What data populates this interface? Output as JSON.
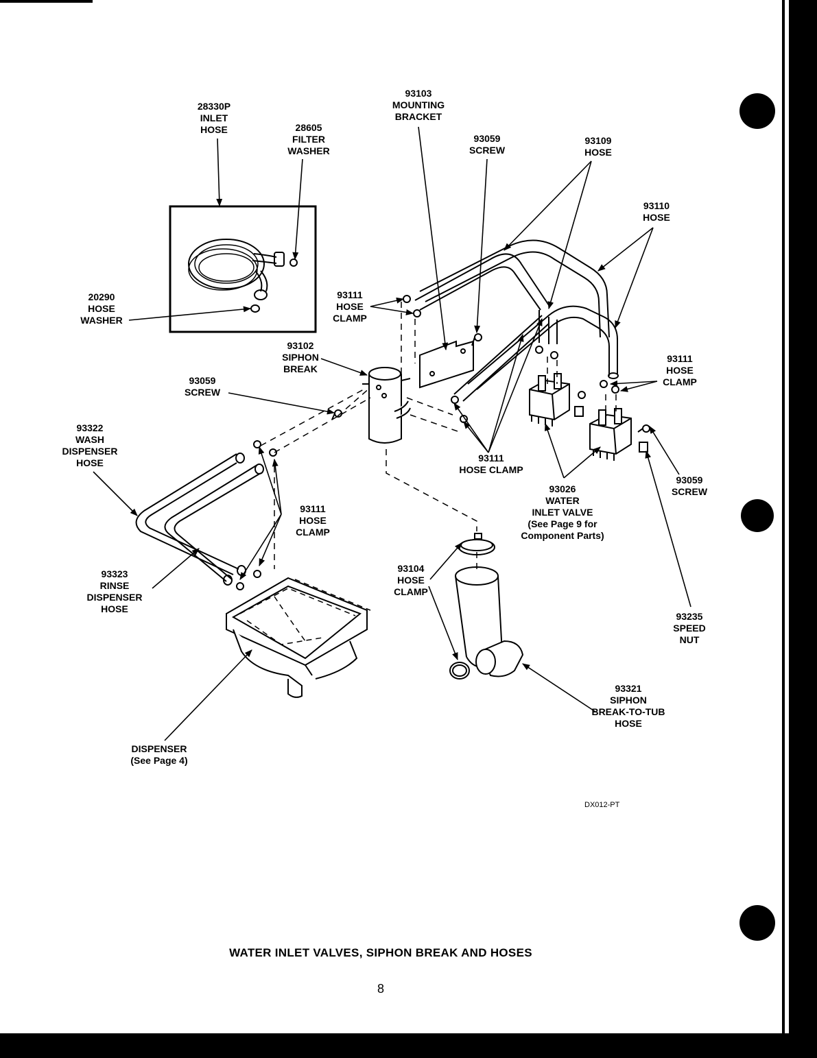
{
  "page": {
    "title": "WATER INLET VALVES, SIPHON BREAK AND HOSES",
    "number": "8",
    "drawing_code": "DX012-PT"
  },
  "colors": {
    "ink": "#000000",
    "paper": "#ffffff"
  },
  "labels": {
    "inlet_hose": {
      "part": "28330P",
      "lines": [
        "INLET",
        "HOSE"
      ]
    },
    "filter_washer": {
      "part": "28605",
      "lines": [
        "FILTER",
        "WASHER"
      ]
    },
    "mounting_bracket": {
      "part": "93103",
      "lines": [
        "MOUNTING",
        "BRACKET"
      ]
    },
    "screw_top": {
      "part": "93059",
      "lines": [
        "SCREW"
      ]
    },
    "hose_93109": {
      "part": "93109",
      "lines": [
        "HOSE"
      ]
    },
    "hose_93110": {
      "part": "93110",
      "lines": [
        "HOSE"
      ]
    },
    "hose_washer": {
      "part": "20290",
      "lines": [
        "HOSE",
        "WASHER"
      ]
    },
    "hose_clamp_upper": {
      "part": "93111",
      "lines": [
        "HOSE",
        "CLAMP"
      ]
    },
    "siphon_break": {
      "part": "93102",
      "lines": [
        "SIPHON",
        "BREAK"
      ]
    },
    "screw_left": {
      "part": "93059",
      "lines": [
        "SCREW"
      ]
    },
    "hose_clamp_right": {
      "part": "93111",
      "lines": [
        "HOSE",
        "CLAMP"
      ]
    },
    "wash_dispenser_hose": {
      "part": "93322",
      "lines": [
        "WASH",
        "DISPENSER",
        "HOSE"
      ]
    },
    "hose_clamp_middle": {
      "part": "93111",
      "lines": [
        "HOSE CLAMP"
      ]
    },
    "screw_right": {
      "part": "93059",
      "lines": [
        "SCREW"
      ]
    },
    "water_inlet_valve": {
      "part": "93026",
      "lines": [
        "WATER",
        "INLET VALVE",
        "(See Page 9 for",
        "Component Parts)"
      ]
    },
    "hose_clamp_left": {
      "part": "93111",
      "lines": [
        "HOSE",
        "CLAMP"
      ]
    },
    "rinse_dispenser_hose": {
      "part": "93323",
      "lines": [
        "RINSE",
        "DISPENSER",
        "HOSE"
      ]
    },
    "hose_clamp_93104": {
      "part": "93104",
      "lines": [
        "HOSE",
        "CLAMP"
      ]
    },
    "speed_nut": {
      "part": "93235",
      "lines": [
        "SPEED",
        "NUT"
      ]
    },
    "siphon_break_to_tub_hose": {
      "part": "93321",
      "lines": [
        "SIPHON",
        "BREAK-TO-TUB",
        "HOSE"
      ]
    },
    "dispenser": {
      "part": "DISPENSER",
      "lines": [
        "(See Page 4)"
      ]
    }
  }
}
